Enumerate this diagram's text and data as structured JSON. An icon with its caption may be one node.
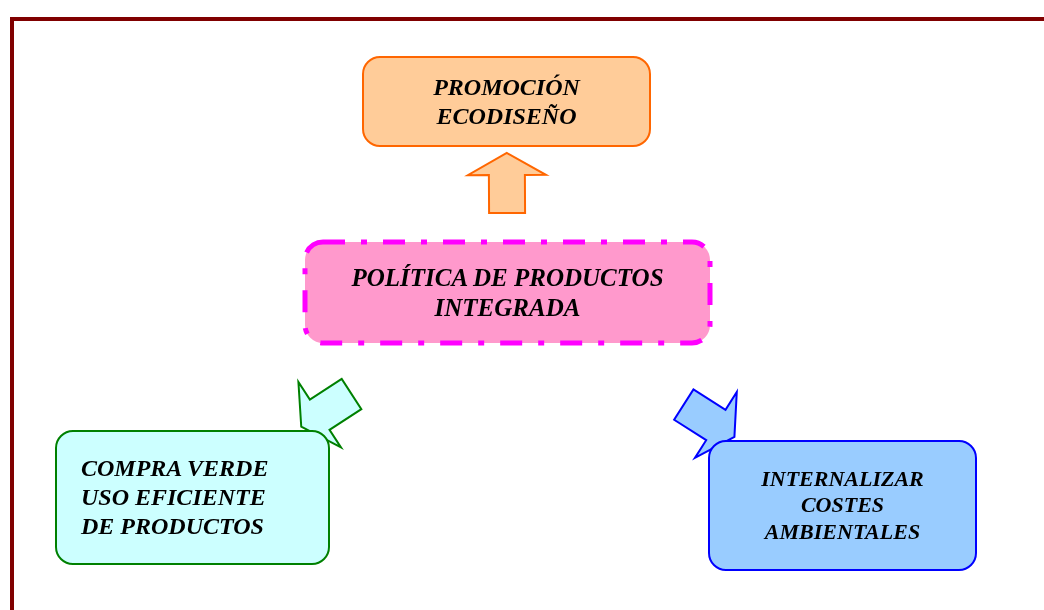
{
  "diagram": {
    "nodes": [
      {
        "text": [
          "POLÍTICA DE PRODUCTOS INTEGRADA"
        ]
      },
      {
        "text": [
          "PROMOCIÓN ECODISEÑO"
        ]
      },
      {
        "text": [
          "COMPRA VERDE",
          "USO EFICIENTE DE PRODUCTOS"
        ]
      },
      {
        "text": [
          "INTERNALIZAR COSTES AMBIENTALES"
        ]
      }
    ],
    "edges": [
      {
        "from": 0,
        "to": 1,
        "arrow": "to",
        "style": "thick",
        "color": "#ff6600"
      },
      {
        "from": 0,
        "to": 2,
        "arrow": "to",
        "style": "thick",
        "color": "#008000"
      },
      {
        "from": 0,
        "to": 3,
        "arrow": "to",
        "style": "thick",
        "color": "#0000ff"
      }
    ]
  }
}
